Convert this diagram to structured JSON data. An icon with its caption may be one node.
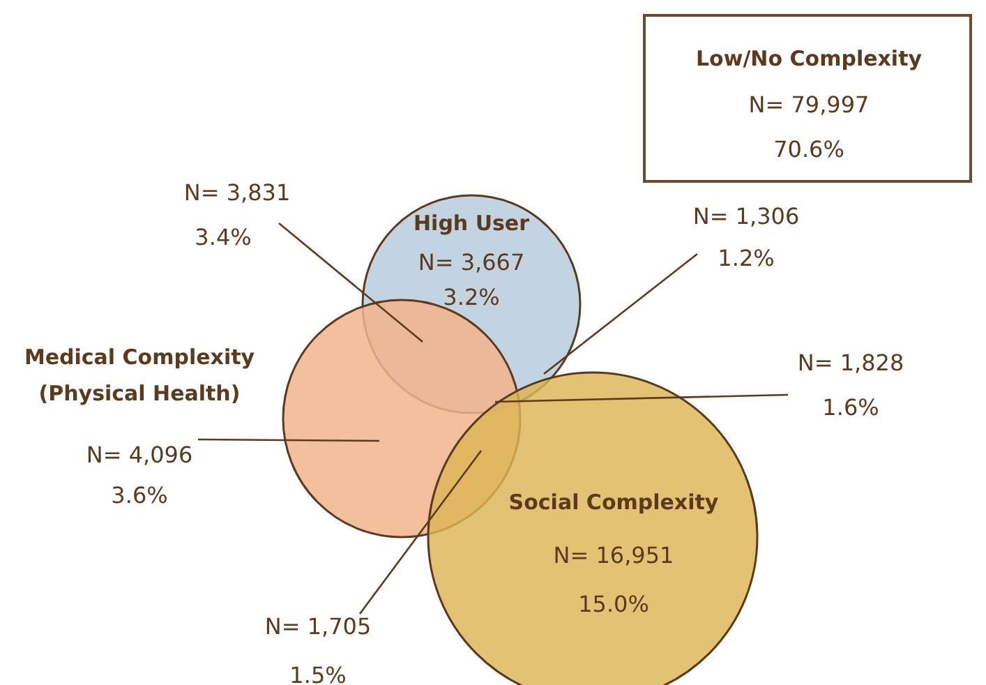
{
  "diagram": {
    "nodes": [
      {
        "text": [
          "Low/No Complexity",
          "N= 79,997",
          "70.6%"
        ]
      },
      {
        "text": [
          "High User",
          "N= 3,667",
          "3.2%"
        ]
      },
      {
        "text": [
          "Medical Complexity (Physical Health)"
        ]
      },
      {
        "text": [
          "Social Complexity",
          "N= 16,951",
          "15.0%"
        ]
      },
      {
        "text": [
          "N= 3,831",
          "3.4%"
        ]
      },
      {
        "text": [
          "N= 1,306",
          "1.2%"
        ]
      },
      {
        "text": [
          "N= 1,828",
          "1.6%"
        ]
      },
      {
        "text": [
          "N= 4,096",
          "3.6%"
        ]
      },
      {
        "text": [
          "N= 1,705",
          "1.5%"
        ]
      }
    ],
    "edges": [
      {
        "from": 4,
        "to": 1,
        "arrow": "none"
      },
      {
        "from": 5,
        "to": 1,
        "arrow": "none"
      },
      {
        "from": 6,
        "to": 1,
        "arrow": "none"
      },
      {
        "from": 7,
        "to": 2,
        "arrow": "none"
      },
      {
        "from": 8,
        "to": 3,
        "arrow": "none"
      }
    ]
  }
}
